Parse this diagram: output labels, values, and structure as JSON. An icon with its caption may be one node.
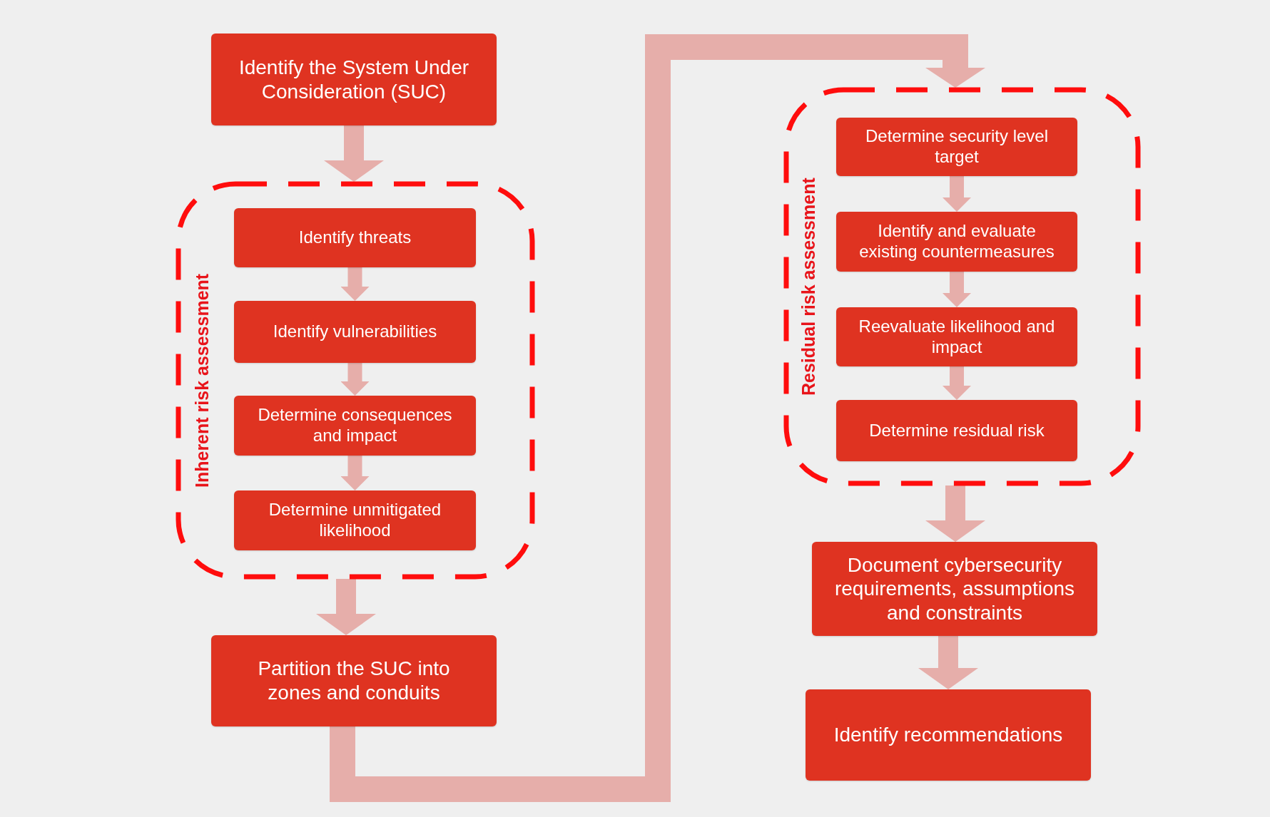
{
  "diagram": {
    "nodes": [
      {
        "text": [
          "Identify the System Under Consideration (SUC)"
        ]
      },
      {
        "text": [
          "Inherent risk assessment"
        ]
      },
      {
        "text": [
          "Identify threats"
        ],
        "in": 1
      },
      {
        "text": [
          "Identify vulnerabilities"
        ],
        "in": 1
      },
      {
        "text": [
          "Determine consequences and impact"
        ],
        "in": 1
      },
      {
        "text": [
          "Determine unmitigated likelihood"
        ],
        "in": 1
      },
      {
        "text": [
          "Partition the SUC into zones and conduits"
        ]
      },
      {
        "text": [
          "Residual risk assessment"
        ]
      },
      {
        "text": [
          "Determine security level target"
        ],
        "in": 7
      },
      {
        "text": [
          "Identify and evaluate existing countermeasures"
        ],
        "in": 7
      },
      {
        "text": [
          "Reevaluate likelihood and impact"
        ],
        "in": 7
      },
      {
        "text": [
          "Determine residual risk"
        ],
        "in": 7
      },
      {
        "text": [
          "Document cybersecurity requirements, assumptions and constraints"
        ]
      },
      {
        "text": [
          "Identify recommendations"
        ]
      }
    ],
    "edges": [
      {
        "from": 0,
        "to": 1,
        "arrow": "to"
      },
      {
        "from": 2,
        "to": 3,
        "arrow": "to"
      },
      {
        "from": 3,
        "to": 4,
        "arrow": "to"
      },
      {
        "from": 4,
        "to": 5,
        "arrow": "to"
      },
      {
        "from": 1,
        "to": 6,
        "arrow": "to"
      },
      {
        "from": 6,
        "to": 7,
        "arrow": "to"
      },
      {
        "from": 8,
        "to": 9,
        "arrow": "to"
      },
      {
        "from": 9,
        "to": 10,
        "arrow": "to"
      },
      {
        "from": 10,
        "to": 11,
        "arrow": "to"
      },
      {
        "from": 7,
        "to": 12,
        "arrow": "to"
      },
      {
        "from": 12,
        "to": 13,
        "arrow": "to"
      }
    ]
  }
}
